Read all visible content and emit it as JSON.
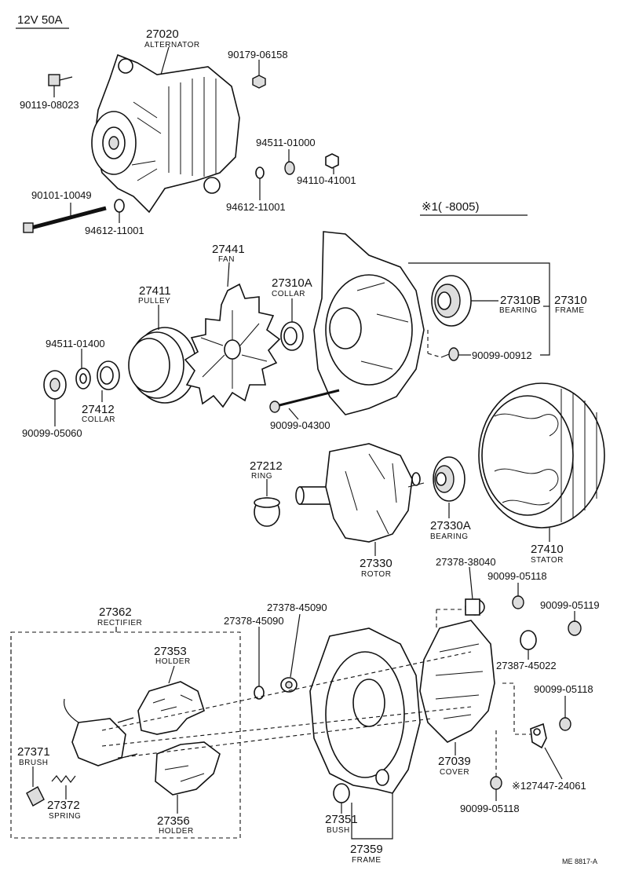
{
  "header": {
    "spec": "12V 50A",
    "note": "※1(        -8005)",
    "code": "ME  8817-A"
  },
  "parts": {
    "alternator": {
      "number": "27020",
      "caption": "ALTERNATOR"
    },
    "p90119_08023": {
      "number": "90119-08023"
    },
    "p90179_06158": {
      "number": "90179-06158"
    },
    "p94511_01000": {
      "number": "94511-01000"
    },
    "p94110_41001": {
      "number": "94110-41001"
    },
    "p94612_11001_a": {
      "number": "94612-11001"
    },
    "p90101_10049": {
      "number": "90101-10049"
    },
    "p94612_11001_b": {
      "number": "94612-11001"
    },
    "fan": {
      "number": "27441",
      "caption": "FAN"
    },
    "pulley": {
      "number": "27411",
      "caption": "PULLEY"
    },
    "collar_a": {
      "number": "27310A",
      "caption": "COLLAR"
    },
    "bearing_b": {
      "number": "27310B",
      "caption": "BEARING"
    },
    "frame_front": {
      "number": "27310",
      "caption": "FRAME"
    },
    "p90099_00912": {
      "number": "90099-00912"
    },
    "p94511_01400": {
      "number": "94511-01400"
    },
    "collar_b": {
      "number": "27412",
      "caption": "COLLAR"
    },
    "p90099_05060": {
      "number": "90099-05060"
    },
    "p90099_04300": {
      "number": "90099-04300"
    },
    "ring": {
      "number": "27212",
      "caption": "RING"
    },
    "rotor": {
      "number": "27330",
      "caption": "ROTOR"
    },
    "bearing_a": {
      "number": "27330A",
      "caption": "BEARING"
    },
    "stator": {
      "number": "27410",
      "caption": "STATOR"
    },
    "p27378_38040": {
      "number": "27378-38040"
    },
    "p90099_05118_a": {
      "number": "90099-05118"
    },
    "p90099_05119": {
      "number": "90099-05119"
    },
    "rectifier": {
      "number": "27362",
      "caption": "RECTIFIER"
    },
    "p27378_45090_a": {
      "number": "27378-45090"
    },
    "p27378_45090_b": {
      "number": "27378-45090"
    },
    "holder_a": {
      "number": "27353",
      "caption": "HOLDER"
    },
    "p27387_45022": {
      "number": "27387-45022"
    },
    "p90099_05118_b": {
      "number": "90099-05118"
    },
    "brush": {
      "number": "27371",
      "caption": "BRUSH"
    },
    "spring": {
      "number": "27372",
      "caption": "SPRING"
    },
    "holder_b": {
      "number": "27356",
      "caption": "HOLDER"
    },
    "cover": {
      "number": "27039",
      "caption": "COVER"
    },
    "p27447_24061": {
      "number": "※127447-24061"
    },
    "bush": {
      "number": "27351",
      "caption": "BUSH"
    },
    "p90099_05118_c": {
      "number": "90099-05118"
    },
    "frame_rear": {
      "number": "27359",
      "caption": "FRAME"
    }
  }
}
